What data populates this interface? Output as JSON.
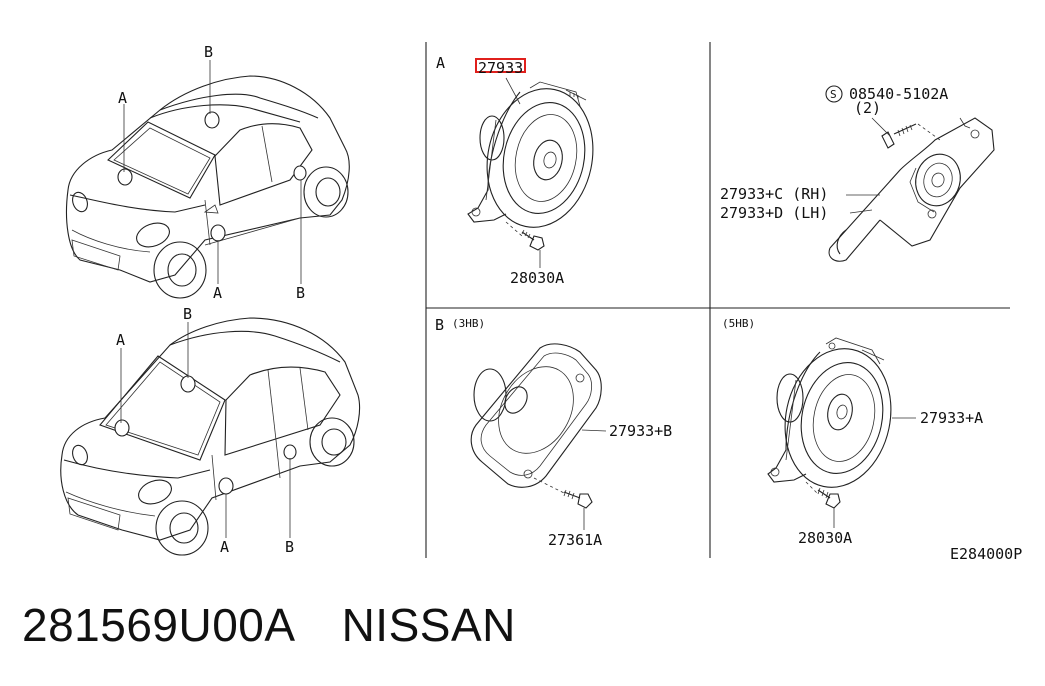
{
  "diagram": {
    "code": "E284000P",
    "callouts": {
      "car_top": {
        "a": "A",
        "b_top": "B",
        "a_bottom": "A",
        "b_bottom": "B"
      },
      "car_bottom": {
        "a": "A",
        "b_top": "B",
        "a_bottom": "A",
        "b_bottom": "B"
      }
    },
    "panel_a": {
      "letter": "A",
      "part_speaker": "27933",
      "part_screw": "28030A"
    },
    "panel_tweeter": {
      "screw_symbol": "S",
      "screw_part": "08540-5102A",
      "screw_qty": "(2)",
      "part_rh": "27933+C (RH)",
      "part_lh": "27933+D (LH)"
    },
    "panel_b3": {
      "letter": "B",
      "variant": "(3HB)",
      "part_speaker": "27933+B",
      "part_screw": "27361A"
    },
    "panel_b5": {
      "variant": "(5HB)",
      "part_speaker": "27933+A",
      "part_screw": "28030A"
    },
    "highlight_color": "#e0201c"
  },
  "footer": {
    "part_number": "281569U00A",
    "brand": "NISSAN"
  }
}
